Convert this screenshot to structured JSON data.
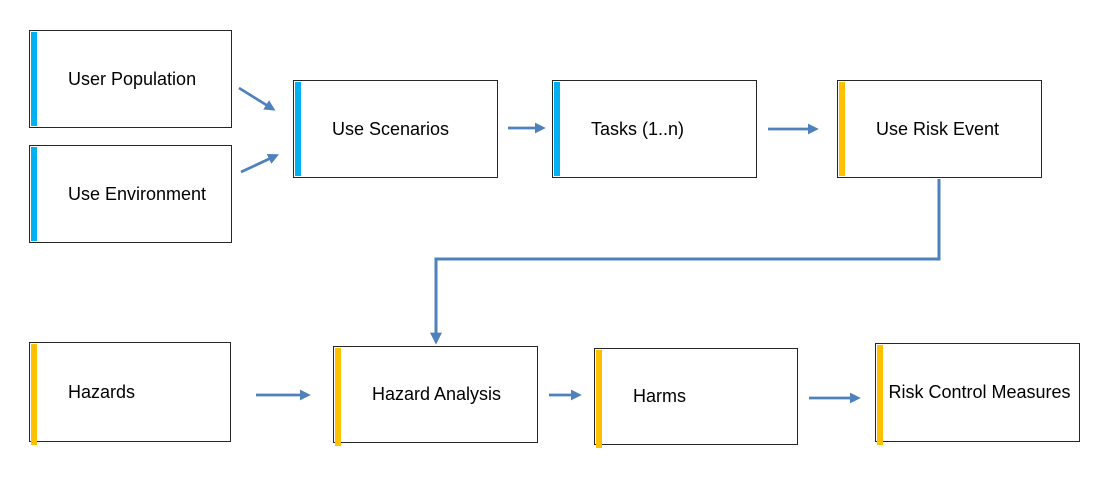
{
  "diagram": {
    "description": "Use-related risk analysis flow diagram",
    "colors": {
      "background": "#FFFFFF",
      "box_border": "#262626",
      "cyan_accent": "#00B0F0",
      "gold_accent": "#FFC000",
      "arrow_blue": "#4F81BD"
    },
    "nodes": [
      {
        "id": "user-population",
        "label": "User Population",
        "accent": "cyan"
      },
      {
        "id": "use-environment",
        "label": "Use Environment",
        "accent": "cyan"
      },
      {
        "id": "use-scenarios",
        "label": "Use Scenarios",
        "accent": "cyan"
      },
      {
        "id": "tasks",
        "label": "Tasks (1..n)",
        "accent": "cyan"
      },
      {
        "id": "use-risk-event",
        "label": "Use Risk Event",
        "accent": "gold"
      },
      {
        "id": "hazards",
        "label": "Hazards",
        "accent": "gold"
      },
      {
        "id": "hazard-analysis",
        "label": "Hazard Analysis",
        "accent": "gold"
      },
      {
        "id": "harms",
        "label": "Harms",
        "accent": "gold"
      },
      {
        "id": "risk-control-measures",
        "label": "Risk Control Measures",
        "accent": "gold"
      }
    ],
    "edges": [
      {
        "from": "user-population",
        "to": "use-scenarios",
        "type": "straight"
      },
      {
        "from": "use-environment",
        "to": "use-scenarios",
        "type": "straight"
      },
      {
        "from": "use-scenarios",
        "to": "tasks",
        "type": "straight"
      },
      {
        "from": "tasks",
        "to": "use-risk-event",
        "type": "straight"
      },
      {
        "from": "use-risk-event",
        "to": "hazard-analysis",
        "type": "elbow"
      },
      {
        "from": "hazards",
        "to": "hazard-analysis",
        "type": "straight"
      },
      {
        "from": "hazard-analysis",
        "to": "harms",
        "type": "straight"
      },
      {
        "from": "harms",
        "to": "risk-control-measures",
        "type": "straight"
      }
    ]
  }
}
